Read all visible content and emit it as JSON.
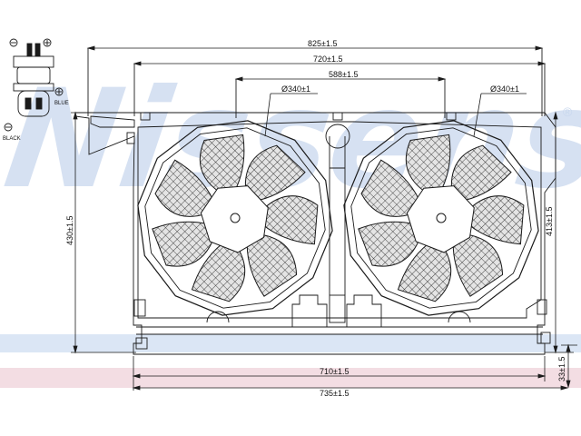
{
  "watermark": {
    "text": "Nissens",
    "mark": "®"
  },
  "colors": {
    "background": "#ffffff",
    "line": "#1a1a1a",
    "watermark": "#c9d8ee",
    "band_blue": "#dbe6f5",
    "band_pink": "#f3dde3"
  },
  "connector": {
    "minus_label": "BLACK",
    "plus_label": "BLUE"
  },
  "dimensions": {
    "overall_width": "825±1.5",
    "shroud_width": "720±1.5",
    "fan_spacing": "588±1.5",
    "fan_left_diameter": "Ø340±1",
    "fan_right_diameter": "Ø340±1",
    "height_left": "430±1.5",
    "height_right": "413±1.5",
    "bottom_width": "710±1.5",
    "bottom_total": "735±1.5",
    "bottom_offset": "33±1.5"
  }
}
